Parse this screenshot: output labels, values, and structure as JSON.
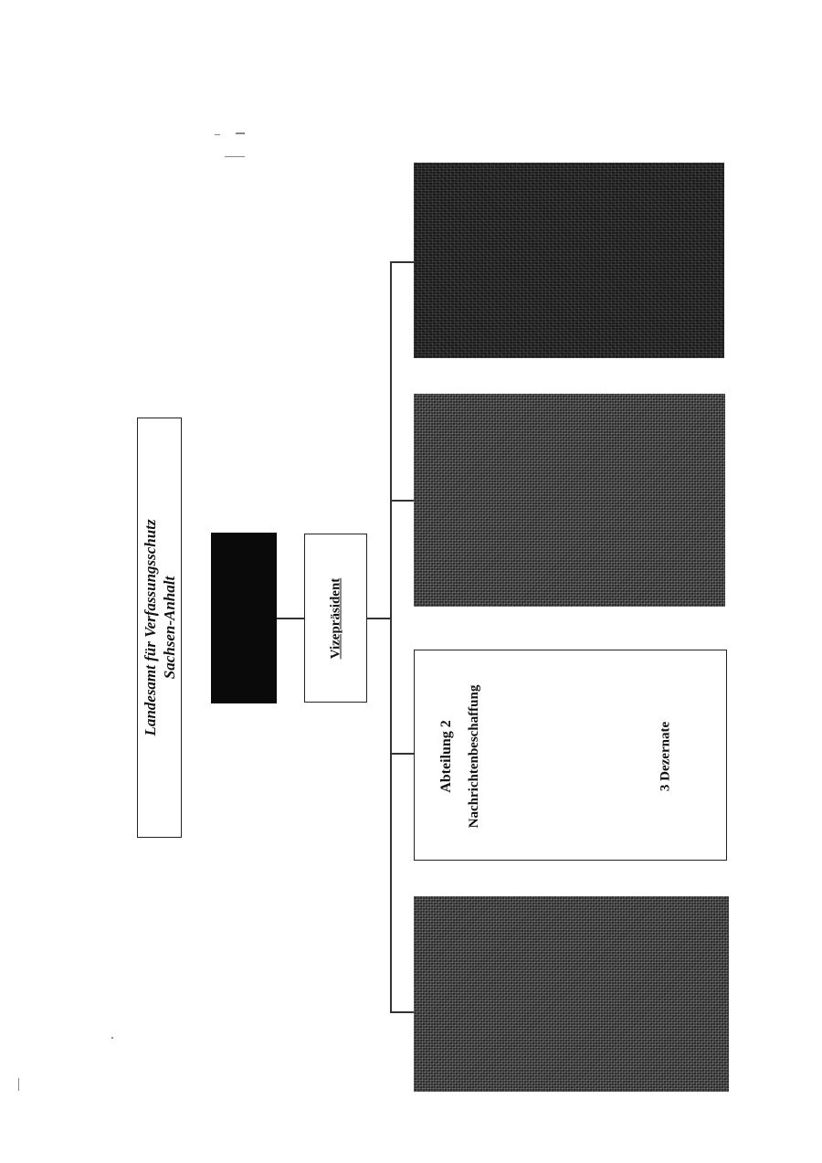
{
  "header": {
    "line1": "Landesamt für Verfassungsschutz",
    "line2": "Sachsen-Anhalt"
  },
  "vizepraesident": {
    "label": "Vizepräsident"
  },
  "abteilung2": {
    "title": "Abteilung 2",
    "name": "Nachrichtenbeschaffung",
    "dezernate": "3 Dezernate"
  }
}
